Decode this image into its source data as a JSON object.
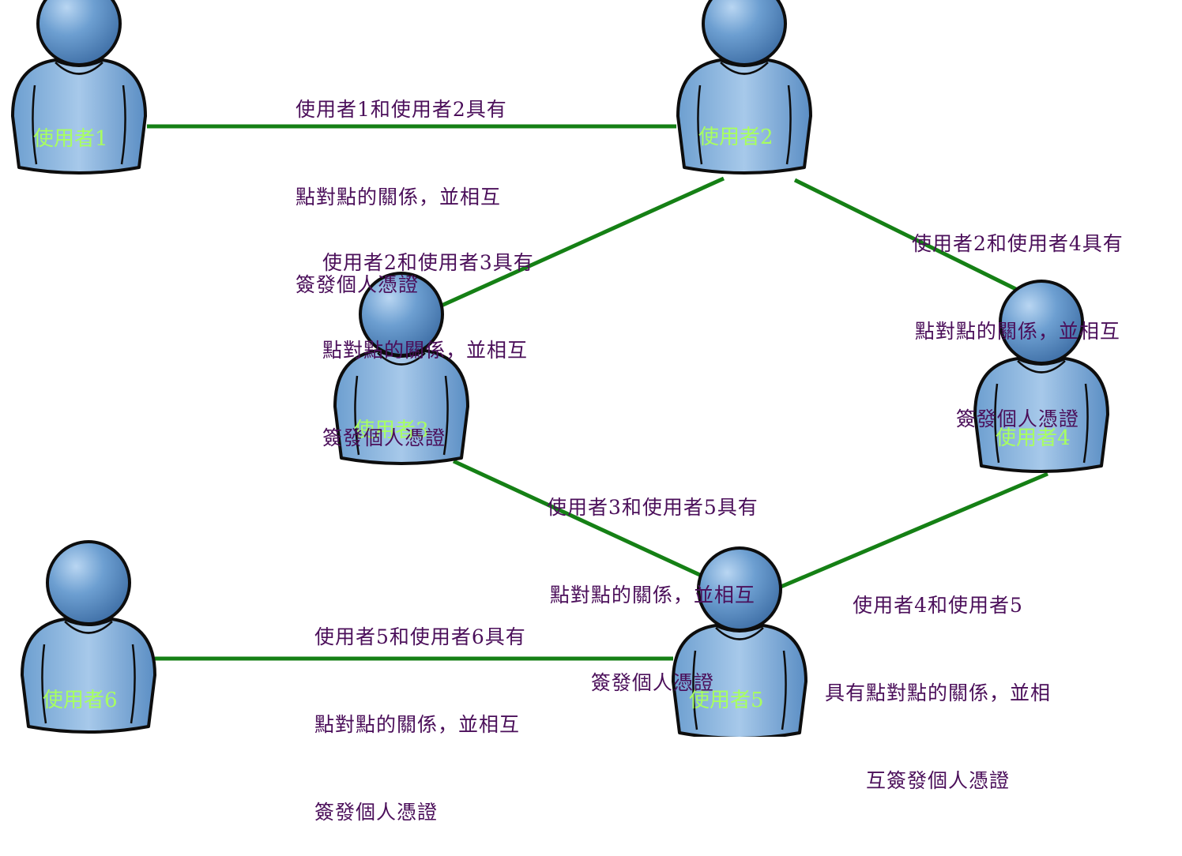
{
  "colors": {
    "link": "#158015",
    "person_fill": "#5b8ec4",
    "label": "#a8ff60",
    "text": "#4b0f5a"
  },
  "users": [
    {
      "id": "u1",
      "label": "使用者1"
    },
    {
      "id": "u2",
      "label": "使用者2"
    },
    {
      "id": "u3",
      "label": "使用者3"
    },
    {
      "id": "u4",
      "label": "使用者4"
    },
    {
      "id": "u5",
      "label": "使用者5"
    },
    {
      "id": "u6",
      "label": "使用者6"
    }
  ],
  "links": [
    {
      "from": "u1",
      "to": "u2",
      "text": [
        "使用者1和使用者2具有",
        "點對點的關係，並相互",
        "簽發個人憑證"
      ]
    },
    {
      "from": "u2",
      "to": "u3",
      "text": [
        "使用者2和使用者3具有",
        "點對點的關係，並相互",
        "簽發個人憑證"
      ]
    },
    {
      "from": "u2",
      "to": "u4",
      "text": [
        "使用者2和使用者4具有",
        "點對點的關係，並相互",
        "簽發個人憑證"
      ]
    },
    {
      "from": "u3",
      "to": "u5",
      "text": [
        "使用者3和使用者5具有",
        "點對點的關係，並相互",
        "簽發個人憑證"
      ]
    },
    {
      "from": "u4",
      "to": "u5",
      "text": [
        "使用者4和使用者5",
        "具有點對點的關係，並相",
        "互簽發個人憑證"
      ]
    },
    {
      "from": "u5",
      "to": "u6",
      "text": [
        "使用者5和使用者6具有",
        "點對點的關係，並相互",
        "簽發個人憑證"
      ]
    }
  ]
}
